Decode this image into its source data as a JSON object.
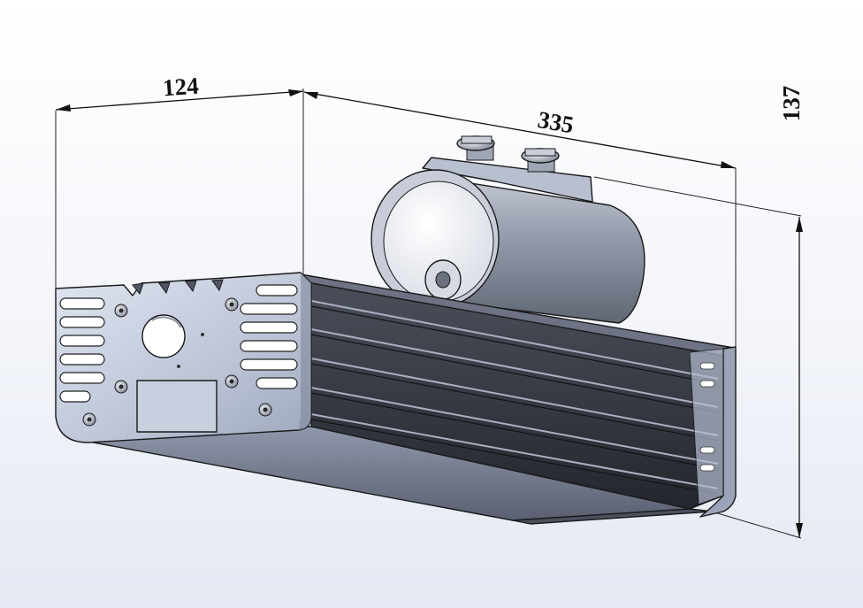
{
  "drawing": {
    "dimensions": {
      "width": "124",
      "length": "335",
      "height": "137"
    },
    "colors": {
      "background_top": "#ffffff",
      "background_bottom": "#e9edf6",
      "metal_light": "#c9d1e3",
      "metal_mid": "#9aa3b8",
      "metal_dark": "#3a3e48",
      "fin_dark": "#2b2e35",
      "cylinder_face": "#f2f3f6",
      "cylinder_body": "#8c93a3"
    }
  }
}
